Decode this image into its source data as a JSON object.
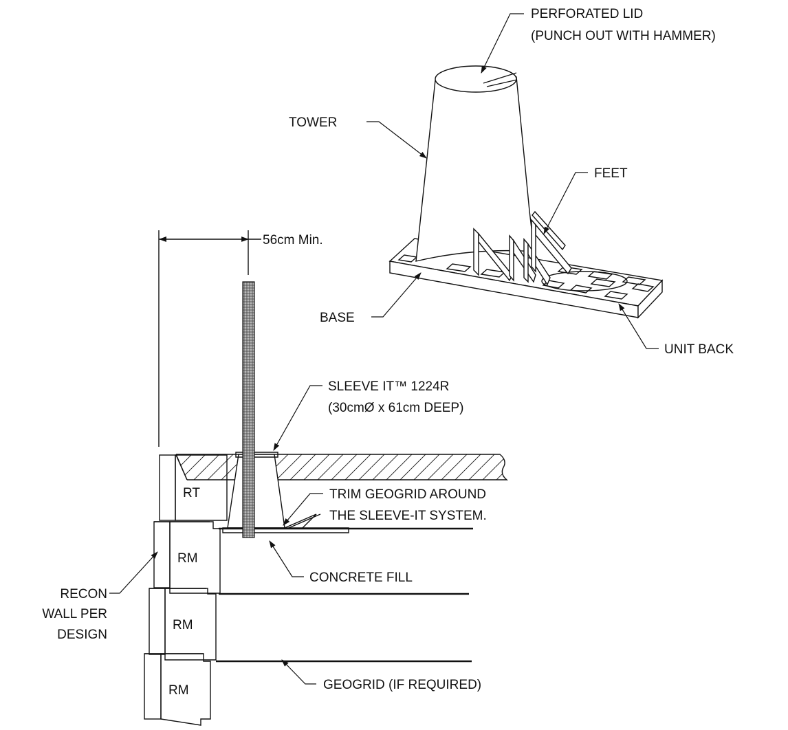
{
  "callouts": {
    "perforated_lid_line1": "PERFORATED LID",
    "perforated_lid_line2": "(PUNCH OUT WITH HAMMER)",
    "tower": "TOWER",
    "feet": "FEET",
    "dimension": "56cm Min.",
    "base": "BASE",
    "unit_back": "UNIT BACK",
    "sleeve_line1": "SLEEVE IT™ 1224R",
    "sleeve_line2": "(30cmØ x 61cm DEEP)",
    "trim_line1": "TRIM GEOGRID AROUND",
    "trim_line2": "THE SLEEVE-IT SYSTEM.",
    "concrete_fill": "CONCRETE FILL",
    "recon_line1": "RECON",
    "recon_line2": "WALL PER",
    "recon_line3": "DESIGN",
    "geogrid": "GEOGRID (IF REQUIRED)"
  },
  "blocks": {
    "top_unit": "RT",
    "middle_unit_1": "RM",
    "middle_unit_2": "RM",
    "middle_unit_3": "RM"
  }
}
